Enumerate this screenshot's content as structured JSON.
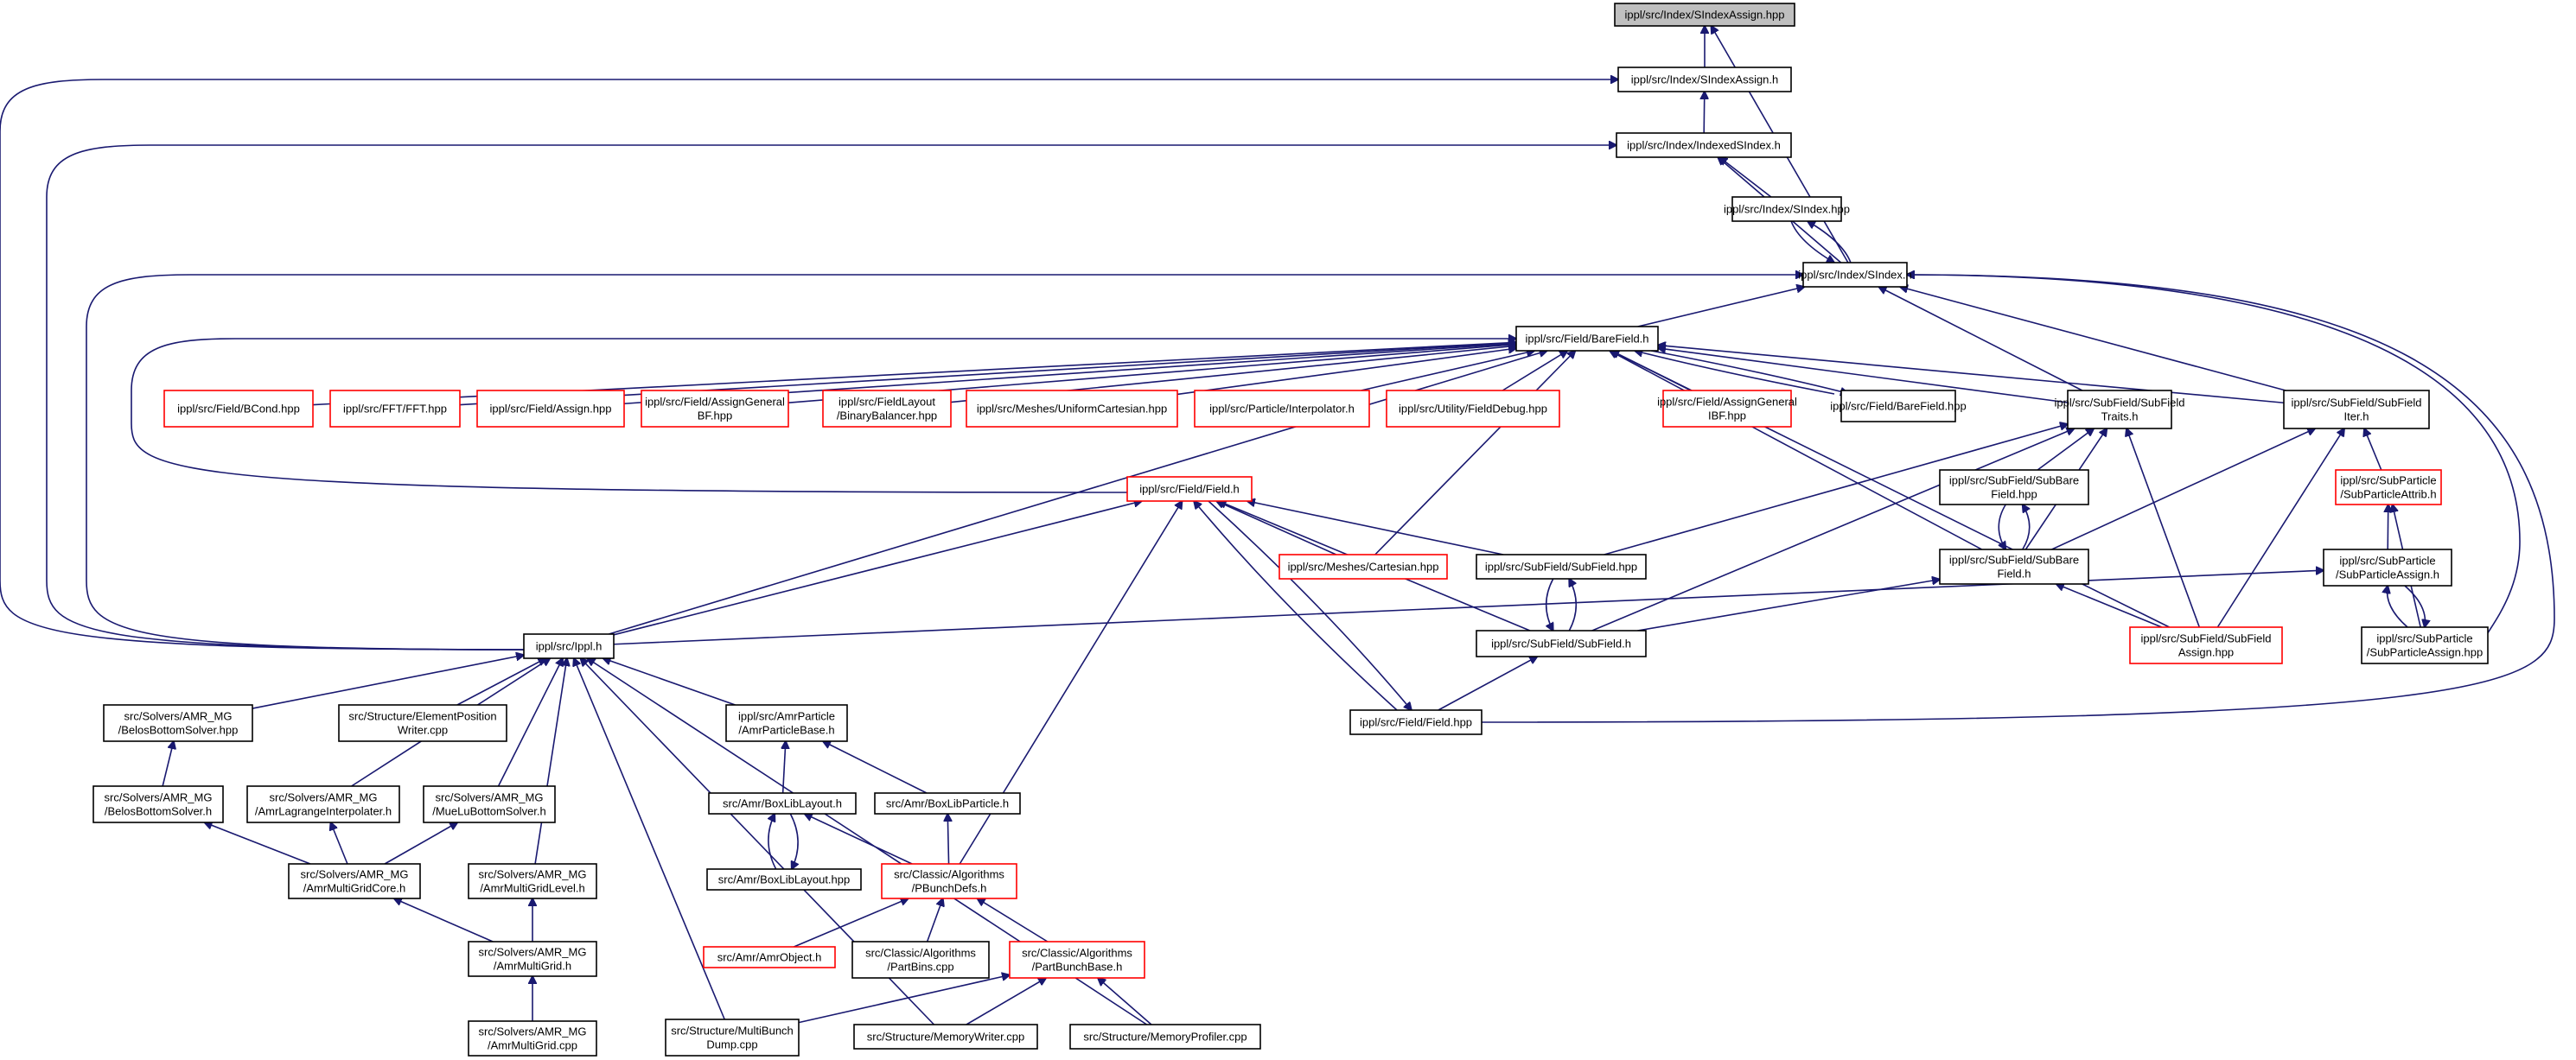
{
  "nodes": [
    {
      "id": "root",
      "lines": [
        "ippl/src/Index/SIndexAssign.hpp"
      ],
      "style": "root"
    },
    {
      "id": "sia_h",
      "lines": [
        "ippl/src/Index/SIndexAssign.h"
      ]
    },
    {
      "id": "idx_si",
      "lines": [
        "ippl/src/Index/IndexedSIndex.h"
      ]
    },
    {
      "id": "si_hpp",
      "lines": [
        "ippl/src/Index/SIndex.hpp"
      ]
    },
    {
      "id": "si_h",
      "lines": [
        "ippl/src/Index/SIndex.h"
      ]
    },
    {
      "id": "bf_h",
      "lines": [
        "ippl/src/Field/BareField.h"
      ]
    },
    {
      "id": "bcond",
      "lines": [
        "ippl/src/Field/BCond.hpp"
      ],
      "style": "red"
    },
    {
      "id": "fft",
      "lines": [
        "ippl/src/FFT/FFT.hpp"
      ],
      "style": "red"
    },
    {
      "id": "assign",
      "lines": [
        "ippl/src/Field/Assign.hpp"
      ],
      "style": "red"
    },
    {
      "id": "agbf",
      "lines": [
        "ippl/src/Field/AssignGeneral",
        "BF.hpp"
      ],
      "style": "red"
    },
    {
      "id": "binbal",
      "lines": [
        "ippl/src/FieldLayout",
        "/BinaryBalancer.hpp"
      ],
      "style": "red"
    },
    {
      "id": "unicart",
      "lines": [
        "ippl/src/Meshes/UniformCartesian.hpp"
      ],
      "style": "red"
    },
    {
      "id": "interp",
      "lines": [
        "ippl/src/Particle/Interpolator.h"
      ],
      "style": "red"
    },
    {
      "id": "fdebug",
      "lines": [
        "ippl/src/Utility/FieldDebug.hpp"
      ],
      "style": "red"
    },
    {
      "id": "agibf",
      "lines": [
        "ippl/src/Field/AssignGeneral",
        "IBF.hpp"
      ],
      "style": "red"
    },
    {
      "id": "bf_hpp",
      "lines": [
        "ippl/src/Field/BareField.hpp"
      ]
    },
    {
      "id": "sft",
      "lines": [
        "ippl/src/SubField/SubField",
        "Traits.h"
      ]
    },
    {
      "id": "sfi",
      "lines": [
        "ippl/src/SubField/SubField",
        "Iter.h"
      ]
    },
    {
      "id": "field_h",
      "lines": [
        "ippl/src/Field/Field.h"
      ],
      "style": "red"
    },
    {
      "id": "sbf_hpp",
      "lines": [
        "ippl/src/SubField/SubBare",
        "Field.hpp"
      ]
    },
    {
      "id": "spa",
      "lines": [
        "ippl/src/SubParticle",
        "/SubParticleAttrib.h"
      ],
      "style": "red"
    },
    {
      "id": "cart",
      "lines": [
        "ippl/src/Meshes/Cartesian.hpp"
      ],
      "style": "red"
    },
    {
      "id": "sf_hpp",
      "lines": [
        "ippl/src/SubField/SubField.hpp"
      ]
    },
    {
      "id": "sbf_h",
      "lines": [
        "ippl/src/SubField/SubBare",
        "Field.h"
      ]
    },
    {
      "id": "spas_h",
      "lines": [
        "ippl/src/SubParticle",
        "/SubParticleAssign.h"
      ]
    },
    {
      "id": "ippl_h",
      "lines": [
        "ippl/src/Ippl.h"
      ]
    },
    {
      "id": "sf_h",
      "lines": [
        "ippl/src/SubField/SubField.h"
      ]
    },
    {
      "id": "sfa",
      "lines": [
        "ippl/src/SubField/SubField",
        "Assign.hpp"
      ],
      "style": "red"
    },
    {
      "id": "spas_hpp",
      "lines": [
        "ippl/src/SubParticle",
        "/SubParticleAssign.hpp"
      ]
    },
    {
      "id": "field_hpp",
      "lines": [
        "ippl/src/Field/Field.hpp"
      ]
    },
    {
      "id": "belos_hpp",
      "lines": [
        "src/Solvers/AMR_MG",
        "/BelosBottomSolver.hpp"
      ]
    },
    {
      "id": "elempos",
      "lines": [
        "src/Structure/ElementPosition",
        "Writer.cpp"
      ]
    },
    {
      "id": "amrpb",
      "lines": [
        "ippl/src/AmrParticle",
        "/AmrParticleBase.h"
      ]
    },
    {
      "id": "belos_h",
      "lines": [
        "src/Solvers/AMR_MG",
        "/BelosBottomSolver.h"
      ]
    },
    {
      "id": "amrlag",
      "lines": [
        "src/Solvers/AMR_MG",
        "/AmrLagrangeInterpolater.h"
      ]
    },
    {
      "id": "muelu",
      "lines": [
        "src/Solvers/AMR_MG",
        "/MueLuBottomSolver.h"
      ]
    },
    {
      "id": "bll_h",
      "lines": [
        "src/Amr/BoxLibLayout.h"
      ]
    },
    {
      "id": "blp_h",
      "lines": [
        "src/Amr/BoxLibParticle.h"
      ]
    },
    {
      "id": "amgcore",
      "lines": [
        "src/Solvers/AMR_MG",
        "/AmrMultiGridCore.h"
      ]
    },
    {
      "id": "amglevel",
      "lines": [
        "src/Solvers/AMR_MG",
        "/AmrMultiGridLevel.h"
      ]
    },
    {
      "id": "bll_hpp",
      "lines": [
        "src/Amr/BoxLibLayout.hpp"
      ]
    },
    {
      "id": "pbd",
      "lines": [
        "src/Classic/Algorithms",
        "/PBunchDefs.h"
      ],
      "style": "red"
    },
    {
      "id": "amg_h",
      "lines": [
        "src/Solvers/AMR_MG",
        "/AmrMultiGrid.h"
      ]
    },
    {
      "id": "amrobj",
      "lines": [
        "src/Amr/AmrObject.h"
      ],
      "style": "red"
    },
    {
      "id": "partbins",
      "lines": [
        "src/Classic/Algorithms",
        "/PartBins.cpp"
      ]
    },
    {
      "id": "pbb",
      "lines": [
        "src/Classic/Algorithms",
        "/PartBunchBase.h"
      ],
      "style": "red"
    },
    {
      "id": "amg_cpp",
      "lines": [
        "src/Solvers/AMR_MG",
        "/AmrMultiGrid.cpp"
      ]
    },
    {
      "id": "mbd",
      "lines": [
        "src/Structure/MultiBunch",
        "Dump.cpp"
      ]
    },
    {
      "id": "memw",
      "lines": [
        "src/Structure/MemoryWriter.cpp"
      ]
    },
    {
      "id": "memp",
      "lines": [
        "src/Structure/MemoryProfiler.cpp"
      ]
    }
  ]
}
